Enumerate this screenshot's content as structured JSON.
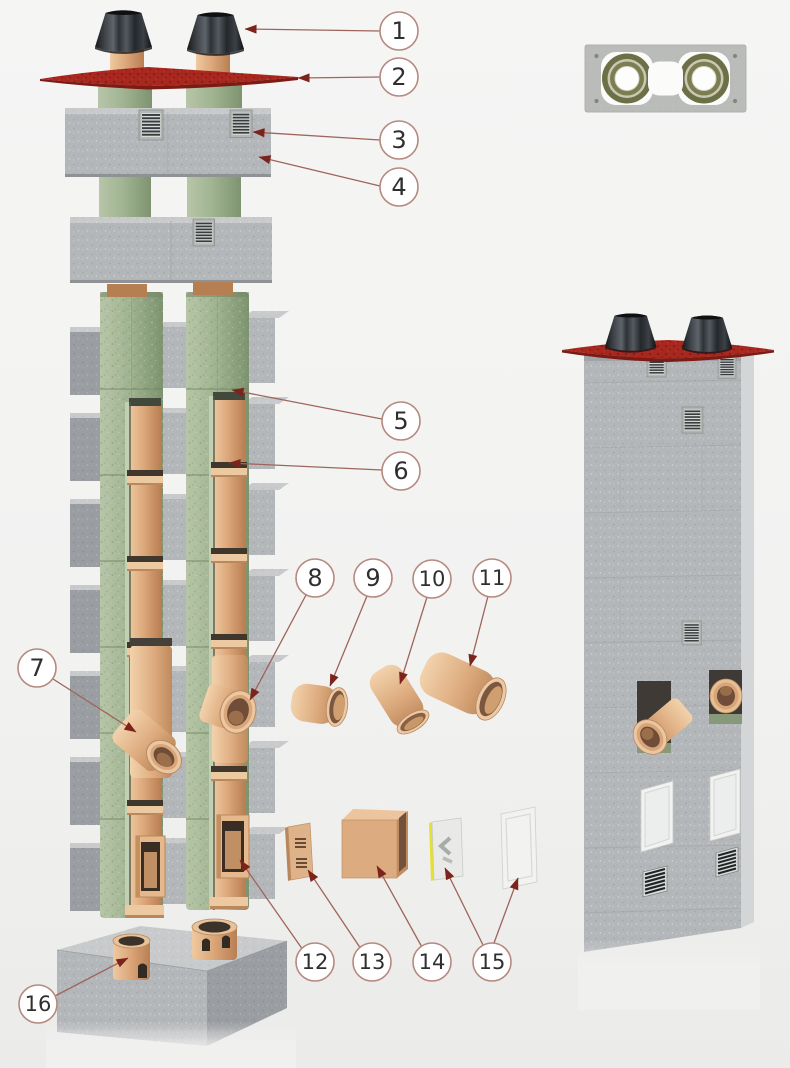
{
  "figure": {
    "type": "exploded-parts-diagram",
    "subject": "modular-ceramic-chimney-system",
    "views": {
      "left": "exploded-chimney-stack",
      "top_right": "chimney-block-plan-view",
      "right": "assembled-chimney-stack"
    }
  },
  "callouts": [
    {
      "id": 1,
      "label": "1"
    },
    {
      "id": 2,
      "label": "2"
    },
    {
      "id": 3,
      "label": "3"
    },
    {
      "id": 4,
      "label": "4"
    },
    {
      "id": 5,
      "label": "5"
    },
    {
      "id": 6,
      "label": "6"
    },
    {
      "id": 7,
      "label": "7"
    },
    {
      "id": 8,
      "label": "8"
    },
    {
      "id": 9,
      "label": "9"
    },
    {
      "id": 10,
      "label": "10"
    },
    {
      "id": 11,
      "label": "11"
    },
    {
      "id": 12,
      "label": "12"
    },
    {
      "id": 13,
      "label": "13"
    },
    {
      "id": 14,
      "label": "14"
    },
    {
      "id": 15,
      "label": "15"
    },
    {
      "id": 16,
      "label": "16"
    }
  ],
  "colors": {
    "background": "#f3f3f2",
    "concrete": "#b3b6b9",
    "concrete_light": "#c7c9cb",
    "concrete_dark": "#979a9e",
    "insulation_green": "#a2b593",
    "ceramic_tan": "#dca87c",
    "roof_plate_red": "#a8271e",
    "rain_cap_black": "#26292c",
    "door_white": "#f2f3f1",
    "seal_yellow": "#e6e030",
    "plan_ring_olive": "#6d7046",
    "callout_ring": "#b6897f",
    "leader_line": "#9d655c",
    "arrow_head": "#7c241b"
  }
}
